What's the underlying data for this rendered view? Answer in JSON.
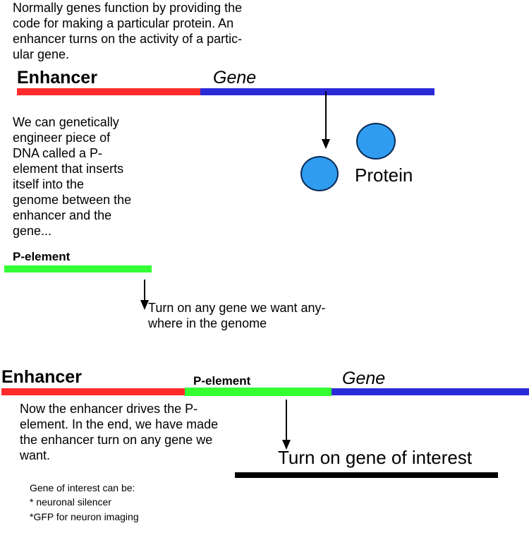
{
  "intro_text": "Normally genes function by providing the\ncode for making a particular protein. An\nenhancer turns on the activity of a partic-\nular gene.",
  "top_diagram": {
    "enhancer_label": "Enhancer",
    "gene_label": "Gene",
    "protein_label": "Protein"
  },
  "engineer_text": "We can genetically\nengineer piece of\nDNA called a P-\nelement that inserts\nitself into the\ngenome between the\nenhancer and the\ngene...",
  "p_element_block": {
    "label": "P-element",
    "turn_on_text": "Turn on any gene we want any-\nwhere in the genome"
  },
  "bottom_diagram": {
    "enhancer_label": "Enhancer",
    "p_element_label": "P-element",
    "gene_label": "Gene",
    "drives_text": "Now the enhancer drives the P-\nelement. In the end, we have made\nthe enhancer turn on any gene we\nwant.",
    "turn_on_gene_text": "Turn on gene of interest"
  },
  "gene_of_interest": {
    "title": "Gene of interest can be:",
    "items": [
      "* neuronal silencer",
      "*GFP for neuron imaging"
    ]
  },
  "colors": {
    "enhancer": "#ff2a2a",
    "gene": "#2a2ad8",
    "p_element": "#33ff33",
    "protein": "#2f9cf0"
  }
}
